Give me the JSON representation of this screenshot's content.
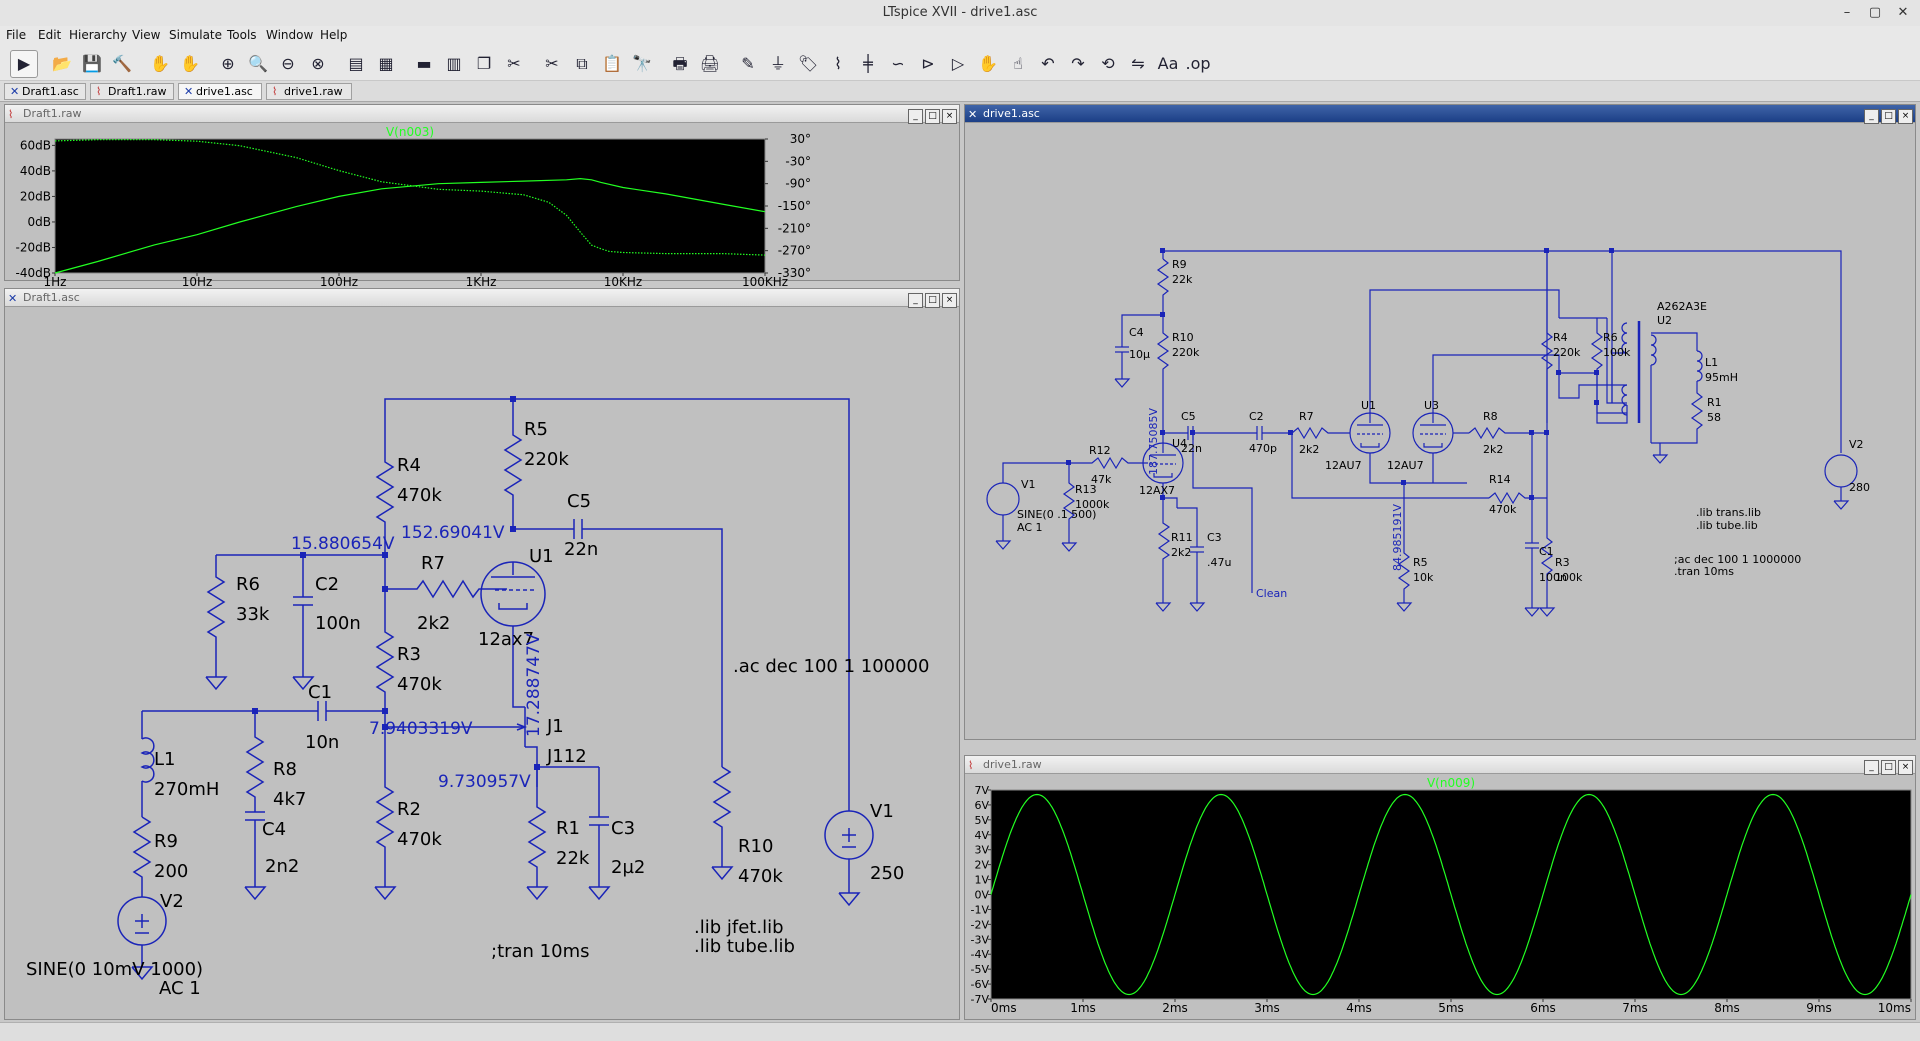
{
  "app": {
    "title": "LTspice XVII - drive1.asc",
    "minimize_glyph": "–",
    "maximize_glyph": "▢",
    "close_glyph": "✕"
  },
  "menu": [
    "File",
    "Edit",
    "Hierarchy",
    "View",
    "Simulate",
    "Tools",
    "Window",
    "Help"
  ],
  "toolbar": [
    {
      "name": "run-icon",
      "glyph": "▶"
    },
    {
      "name": "open-icon",
      "glyph": "📂"
    },
    {
      "name": "save-icon",
      "glyph": "💾"
    },
    {
      "name": "control-panel-icon",
      "glyph": "🔨"
    },
    {
      "name": "halt-icon",
      "glyph": "✋"
    },
    {
      "name": "pan-icon",
      "glyph": "✋"
    },
    {
      "name": "zoom-in-icon",
      "glyph": "⊕"
    },
    {
      "name": "zoom-pan-icon",
      "glyph": "🔍"
    },
    {
      "name": "zoom-out-icon",
      "glyph": "⊖"
    },
    {
      "name": "zoom-fit-icon",
      "glyph": "⊗"
    },
    {
      "name": "autorange-icon",
      "glyph": "▤"
    },
    {
      "name": "waveform-icon",
      "glyph": "▦"
    },
    {
      "name": "tile-h-icon",
      "glyph": "▬"
    },
    {
      "name": "tile-v-icon",
      "glyph": "▥"
    },
    {
      "name": "cascade-icon",
      "glyph": "❐"
    },
    {
      "name": "close-window-icon",
      "glyph": "✂"
    },
    {
      "name": "cut-icon",
      "glyph": "✂"
    },
    {
      "name": "copy-icon",
      "glyph": "⧉"
    },
    {
      "name": "paste-icon",
      "glyph": "📋"
    },
    {
      "name": "find-icon",
      "glyph": "🔭"
    },
    {
      "name": "print-setup-icon",
      "glyph": "🖶"
    },
    {
      "name": "print-icon",
      "glyph": "🖨"
    },
    {
      "name": "draw-wire-icon",
      "glyph": "✎"
    },
    {
      "name": "ground-icon",
      "glyph": "⏚"
    },
    {
      "name": "label-net-icon",
      "glyph": "🏷"
    },
    {
      "name": "resistor-icon",
      "glyph": "⌇"
    },
    {
      "name": "capacitor-icon",
      "glyph": "╪"
    },
    {
      "name": "inductor-icon",
      "glyph": "∽"
    },
    {
      "name": "diode-icon",
      "glyph": "⊳"
    },
    {
      "name": "component-icon",
      "glyph": "▷"
    },
    {
      "name": "move-icon",
      "glyph": "✋"
    },
    {
      "name": "drag-icon",
      "glyph": "☝"
    },
    {
      "name": "undo-icon",
      "glyph": "↶"
    },
    {
      "name": "redo-icon",
      "glyph": "↷"
    },
    {
      "name": "rotate-icon",
      "glyph": "⟲"
    },
    {
      "name": "mirror-icon",
      "glyph": "⇋"
    },
    {
      "name": "text-icon",
      "glyph": "Aa"
    },
    {
      "name": "spice-directive-icon",
      "glyph": ".op"
    }
  ],
  "tabs": [
    {
      "label": "Draft1.asc",
      "kind": "sch"
    },
    {
      "label": "Draft1.raw",
      "kind": "wav"
    },
    {
      "label": "drive1.asc",
      "kind": "sch"
    },
    {
      "label": "drive1.raw",
      "kind": "wav"
    }
  ],
  "windows": {
    "bode": {
      "title": "Draft1.raw"
    },
    "draft": {
      "title": "Draft1.asc"
    },
    "drive": {
      "title": "drive1.asc"
    },
    "transient": {
      "title": "drive1.raw"
    }
  },
  "chart_data": [
    {
      "type": "line",
      "title": "V(n003)",
      "x_scale": "log",
      "xlim": [
        1,
        100000
      ],
      "x_ticks": [
        "1Hz",
        "10Hz",
        "100Hz",
        "1KHz",
        "10KHz",
        "100KHz"
      ],
      "y_ticks_left": [
        "60dB",
        "40dB",
        "20dB",
        "0dB",
        "-20dB",
        "-40dB"
      ],
      "y_ticks_right": [
        "30°",
        "-30°",
        "-90°",
        "-150°",
        "-210°",
        "-270°",
        "-330°"
      ],
      "ylim_left": [
        -40,
        65
      ],
      "ylim_right": [
        -330,
        30
      ],
      "background": "#000000",
      "series": [
        {
          "kind": "magnitude",
          "style": "solid",
          "color": "#22ff22",
          "x": [
            1,
            2,
            5,
            10,
            20,
            50,
            100,
            200,
            500,
            1000,
            2000,
            4000,
            5000,
            6000,
            7000,
            10000,
            20000,
            50000,
            100000
          ],
          "y": [
            -40,
            -31,
            -18,
            -10,
            0,
            12,
            20,
            26,
            30,
            31,
            32,
            33,
            34,
            33,
            31,
            27,
            22,
            14,
            8
          ]
        },
        {
          "kind": "phase",
          "style": "dotted",
          "color": "#22ff22",
          "x": [
            1,
            2,
            5,
            10,
            20,
            50,
            100,
            200,
            500,
            1000,
            2000,
            3000,
            4000,
            5000,
            6000,
            7000,
            8000,
            10000,
            20000,
            50000,
            100000
          ],
          "y": [
            25,
            28,
            28,
            24,
            12,
            -20,
            -55,
            -85,
            -105,
            -110,
            -120,
            -140,
            -175,
            -220,
            -255,
            -265,
            -272,
            -275,
            -278,
            -278,
            -282
          ]
        }
      ]
    },
    {
      "type": "line",
      "title": "V(n009)",
      "xlim": [
        0,
        10
      ],
      "x_unit": "ms",
      "x_ticks": [
        "0ms",
        "1ms",
        "2ms",
        "3ms",
        "4ms",
        "5ms",
        "6ms",
        "7ms",
        "8ms",
        "9ms",
        "10ms"
      ],
      "y_ticks": [
        "7V",
        "6V",
        "5V",
        "4V",
        "3V",
        "2V",
        "1V",
        "0V",
        "-1V",
        "-2V",
        "-3V",
        "-4V",
        "-5V",
        "-6V",
        "-7V"
      ],
      "ylim": [
        -7,
        7
      ],
      "background": "#000000",
      "series": [
        {
          "kind": "sine",
          "color": "#22ff22",
          "amplitude": 6.7,
          "frequency_khz": 0.5,
          "phase_deg": 0
        }
      ]
    }
  ],
  "draft_schematic": {
    "labels": {
      "R5": "R5",
      "R5v": "220k",
      "R4": "R4",
      "R4v": "470k",
      "C5": "C5",
      "C5v": "22n",
      "U1": "U1",
      "U1v": "12ax7",
      "R6": "R6",
      "R6v": "33k",
      "C2": "C2",
      "C2v": "100n",
      "R7": "R7",
      "R7v": "2k2",
      "R3": "R3",
      "R3v": "470k",
      "C1": "C1",
      "C1v": "10n",
      "L1": "L1",
      "L1v": "270mH",
      "R8": "R8",
      "R8v": "4k7",
      "C4": "C4",
      "C4v": "2n2",
      "J1": "J1",
      "J1v": "J112",
      "R2": "R2",
      "R2v": "470k",
      "R1": "R1",
      "R1v": "22k",
      "C3": "C3",
      "C3v": "2µ2",
      "R9": "R9",
      "R9v": "200",
      "V2": "V2",
      "V2s1": "SINE(0 10mV 1000)",
      "V2s2": "AC 1",
      "R10": "R10",
      "R10v": "470k",
      "V1": "V1",
      "V1v": "250",
      "ac": ".ac dec 100 1 100000",
      "tran": ";tran 10ms",
      "lib1": ".lib jfet.lib",
      "lib2": ".lib tube.lib",
      "op1": "152.69041V",
      "op2": "15.880654V",
      "op3": "7.9403319V",
      "op4": "9.730957V",
      "op5": "17.288747V"
    }
  },
  "drive_schematic": {
    "labels": {
      "R9": "R9",
      "R9v": "22k",
      "R10": "R10",
      "R10v": "220k",
      "C4": "C4",
      "C4v": "10µ",
      "C5": "C5",
      "C5v": "22n",
      "C2": "C2",
      "C2v": "470p",
      "R7": "R7",
      "R7v": "2k2",
      "U1": "U1",
      "U1v": "12AU7",
      "U3": "U3",
      "U3v": "12AU7",
      "R8": "R8",
      "R8v": "2k2",
      "R4": "R4",
      "R4v": "220k",
      "R6": "R6",
      "R6v": "100k",
      "U2": "U2",
      "U2v": "A262A3E",
      "L1": "L1",
      "L1v": "95mH",
      "R1": "R1",
      "R1v": "58",
      "V2": "V2",
      "V2v": "280",
      "R12": "R12",
      "R12v": "47k",
      "R13": "R13",
      "R13v": "1000k",
      "U4": "U4",
      "U4v": "12AX7",
      "V1": "V1",
      "V1s1": "SINE(0 .1 500)",
      "V1s2": "AC 1",
      "R11": "R11",
      "R11v": "2k2",
      "C3": "C3",
      "C3v": ".47u",
      "Clean": "Clean",
      "R14": "R14",
      "R14v": "470k",
      "R5": "R5",
      "R5v": "10k",
      "C1": "C1",
      "C1v": "100n",
      "R3": "R3",
      "R3v": "100k",
      "lib1": ".lib trans.lib",
      "lib2": ".lib tube.lib",
      "ac": ";ac dec 100 1 1000000",
      "tran": ".tran 10ms",
      "op1": "187.75085V",
      "op2": "84.985191V"
    }
  }
}
